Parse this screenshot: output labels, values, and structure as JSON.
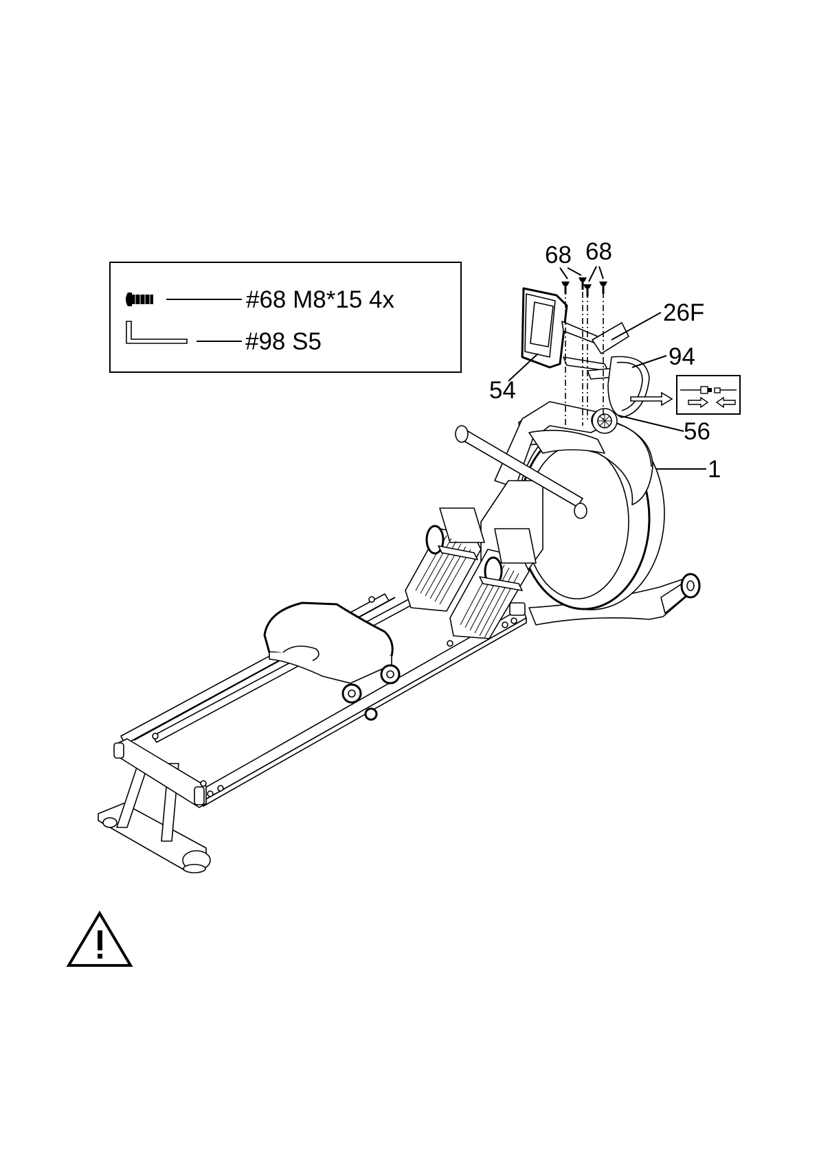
{
  "hardware": {
    "bolt": {
      "icon": "bolt-icon",
      "label": "#68 M8*15  4x"
    },
    "wrench": {
      "icon": "allen-key-icon",
      "label": "#98 S5"
    }
  },
  "callouts": {
    "p68a": "68",
    "p68b": "68",
    "p26f": "26F",
    "p94": "94",
    "p54": "54",
    "p56": "56",
    "p1": "1"
  },
  "inset": {
    "icon": "connector-plug-icon"
  },
  "warning": {
    "icon": "warning-triangle-icon"
  }
}
